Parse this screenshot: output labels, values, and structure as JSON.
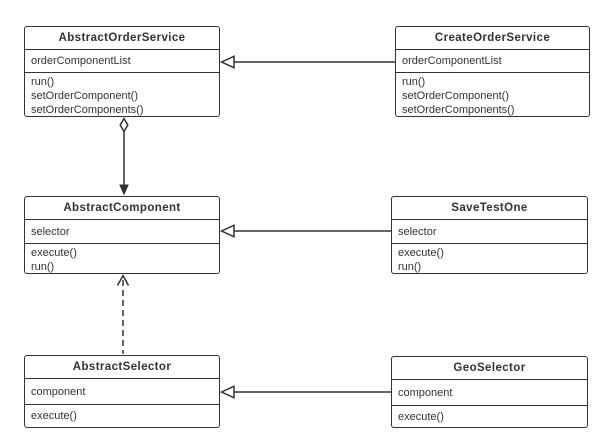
{
  "diagram": {
    "title": "uml-class-diagram",
    "colors": {
      "stroke": "#333333",
      "text": "#333333",
      "background": "#ffffff",
      "box_fill": "#ffffff"
    },
    "classes": [
      {
        "title": "AbstractOrderService",
        "attributes": [
          "orderComponentList"
        ],
        "methods": [
          "run()",
          "setOrderComponent()",
          "setOrderComponents()"
        ]
      },
      {
        "title": "CreateOrderService",
        "attributes": [
          "orderComponentList"
        ],
        "methods": [
          "run()",
          "setOrderComponent()",
          "setOrderComponents()"
        ]
      },
      {
        "title": "AbstractComponent",
        "attributes": [
          "selector"
        ],
        "methods": [
          "execute()",
          "run()"
        ]
      },
      {
        "title": "SaveTestOne",
        "attributes": [
          "selector"
        ],
        "methods": [
          "execute()",
          "run()"
        ]
      },
      {
        "title": "AbstractSelector",
        "attributes": [
          "component"
        ],
        "methods": [
          "execute()"
        ]
      },
      {
        "title": "GeoSelector",
        "attributes": [
          "component"
        ],
        "methods": [
          "execute()"
        ]
      }
    ],
    "relationships": [
      {
        "from": "CreateOrderService",
        "to": "AbstractOrderService",
        "type": "generalization"
      },
      {
        "from": "SaveTestOne",
        "to": "AbstractComponent",
        "type": "generalization"
      },
      {
        "from": "GeoSelector",
        "to": "AbstractSelector",
        "type": "generalization"
      },
      {
        "from": "AbstractOrderService",
        "to": "AbstractComponent",
        "type": "aggregation"
      },
      {
        "from": "AbstractSelector",
        "to": "AbstractComponent",
        "type": "dependency"
      }
    ]
  }
}
